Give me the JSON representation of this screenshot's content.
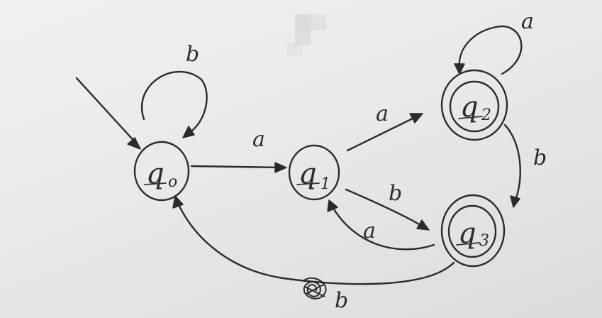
{
  "diagram": {
    "states": [
      {
        "id": "q0",
        "letter": "q",
        "sub": "o",
        "initial": true,
        "accepting": false
      },
      {
        "id": "q1",
        "letter": "q",
        "sub": "1",
        "initial": false,
        "accepting": false
      },
      {
        "id": "q2",
        "letter": "q",
        "sub": "2",
        "initial": false,
        "accepting": true
      },
      {
        "id": "q3",
        "letter": "q",
        "sub": "3",
        "initial": false,
        "accepting": true
      }
    ],
    "transitions": [
      {
        "from": "q0",
        "to": "q0",
        "label": "b"
      },
      {
        "from": "q0",
        "to": "q1",
        "label": "a"
      },
      {
        "from": "q1",
        "to": "q2",
        "label": "a"
      },
      {
        "from": "q1",
        "to": "q3",
        "label": "b"
      },
      {
        "from": "q3",
        "to": "q1",
        "label": "a"
      },
      {
        "from": "q2",
        "to": "q2",
        "label": "a"
      },
      {
        "from": "q2",
        "to": "q3",
        "label": "b"
      },
      {
        "from": "q3",
        "to": "q0",
        "label": "b"
      }
    ]
  }
}
